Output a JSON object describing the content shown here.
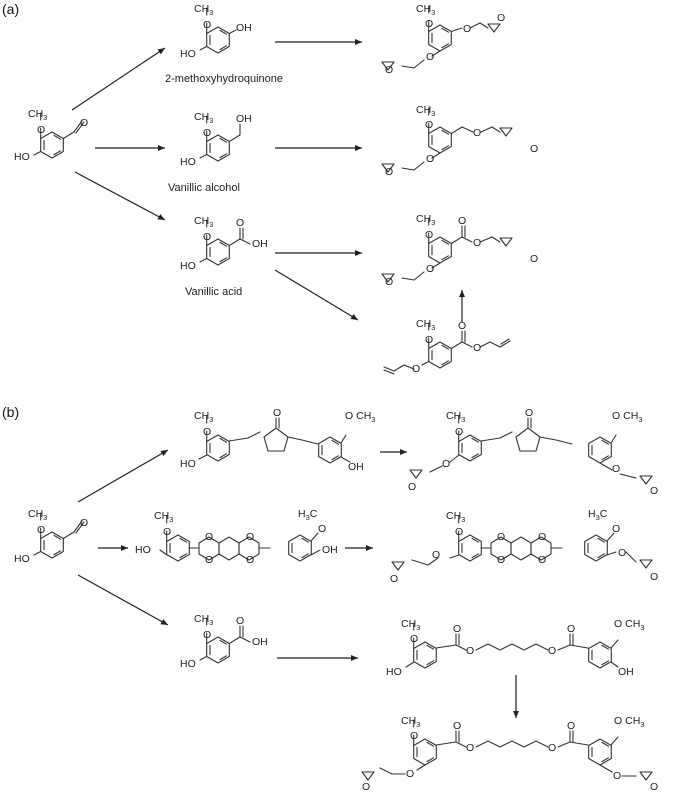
{
  "panels": {
    "a": "(a)",
    "b": "(b)"
  },
  "compound_names": {
    "methoxyhydroquinone": "2-methoxyhydroquinone",
    "vanillic_alcohol": "Vanillic alcohol",
    "vanillic_acid": "Vanillic acid"
  },
  "atoms": {
    "OH": "OH",
    "HO": "HO",
    "O": "O",
    "CH": "CH",
    "H": "H",
    "C": "C",
    "three": "3"
  }
}
